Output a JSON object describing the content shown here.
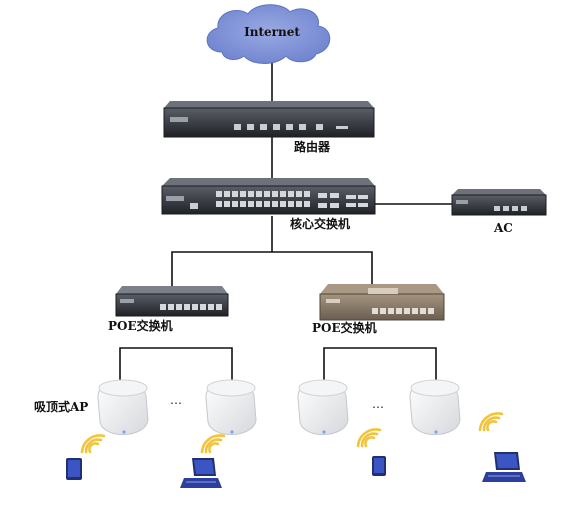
{
  "labels": {
    "internet": "Internet",
    "router": "路由器",
    "core_switch": "核心交换机",
    "ac": "AC",
    "poe_switch_left": "POE交换机",
    "poe_switch_right": "POE交换机",
    "ceiling_ap": "吸顶式AP",
    "ellipsis_left": "…",
    "ellipsis_right": "…"
  },
  "colors": {
    "cloud": "#7f92d6",
    "cloud_edge": "#5d72c2",
    "device_dark": "#2e3137",
    "device_mid": "#4a4e56",
    "poe_bronze": "#8d7e6c",
    "link": "#111111",
    "wifi": "#f2c43a",
    "client_blue": "#2d3f9e"
  }
}
